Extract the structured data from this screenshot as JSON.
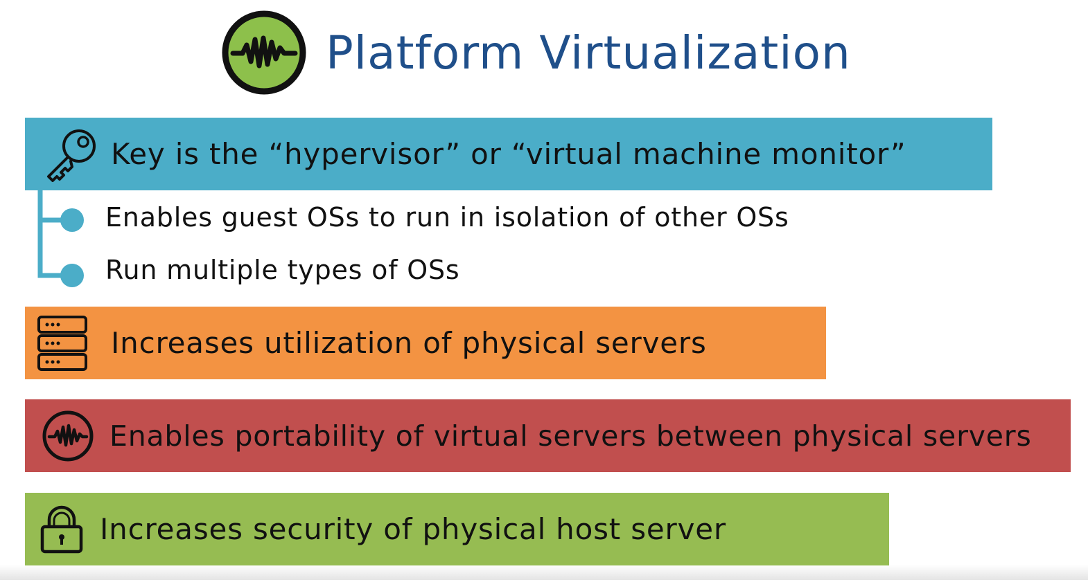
{
  "title": {
    "text": "Platform Virtualization",
    "logo_icon": "waveform-circle-icon",
    "title_color": "#1f4f8a",
    "logo_color": "#8dc04b"
  },
  "points": [
    {
      "icon": "key-icon",
      "text": "Key is the “hypervisor” or “virtual machine monitor”",
      "color": "#4badc8",
      "sub_items": [
        "Enables guest OSs to run in isolation of other OSs",
        "Run multiple types of OSs"
      ]
    },
    {
      "icon": "server-stack-icon",
      "text": "Increases utilization of physical servers",
      "color": "#f39342"
    },
    {
      "icon": "waveform-circle-icon",
      "text": "Enables portability of virtual servers between physical servers",
      "color": "#c14f4e"
    },
    {
      "icon": "padlock-icon",
      "text": "Increases security of physical host server",
      "color": "#96bc52"
    }
  ]
}
